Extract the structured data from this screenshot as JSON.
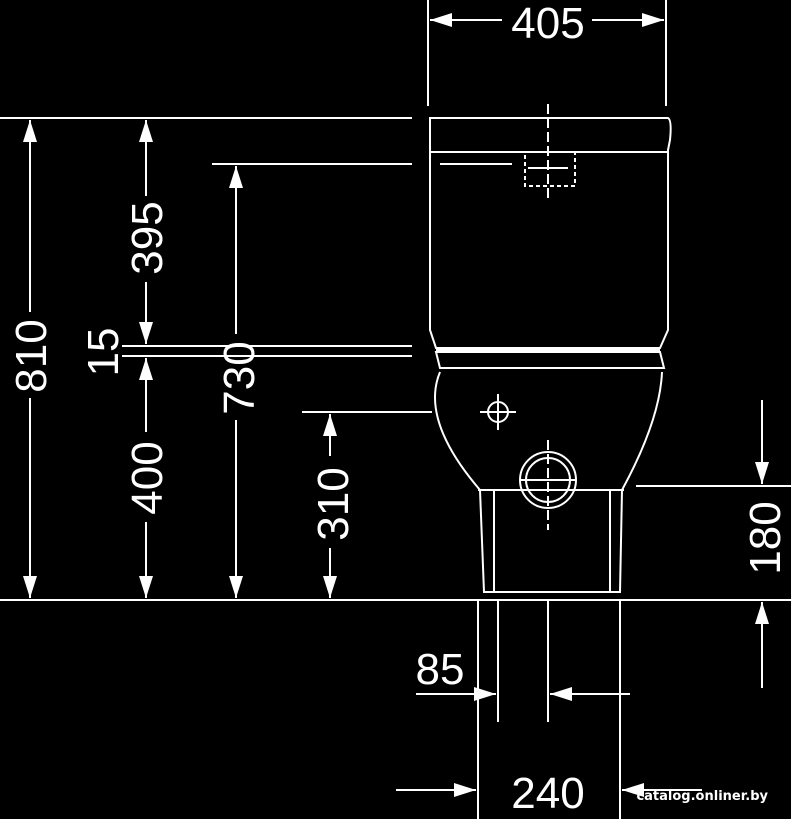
{
  "drawing": {
    "dimensions": {
      "total_width": "405",
      "total_height": "810",
      "tank_height": "395",
      "gap": "15",
      "bowl_height": "400",
      "inlet_height": "730",
      "center_height": "310",
      "outlet_height": "180",
      "outlet_offset": "85",
      "outlet_width": "240"
    },
    "watermark": "catalog.onliner.by"
  }
}
